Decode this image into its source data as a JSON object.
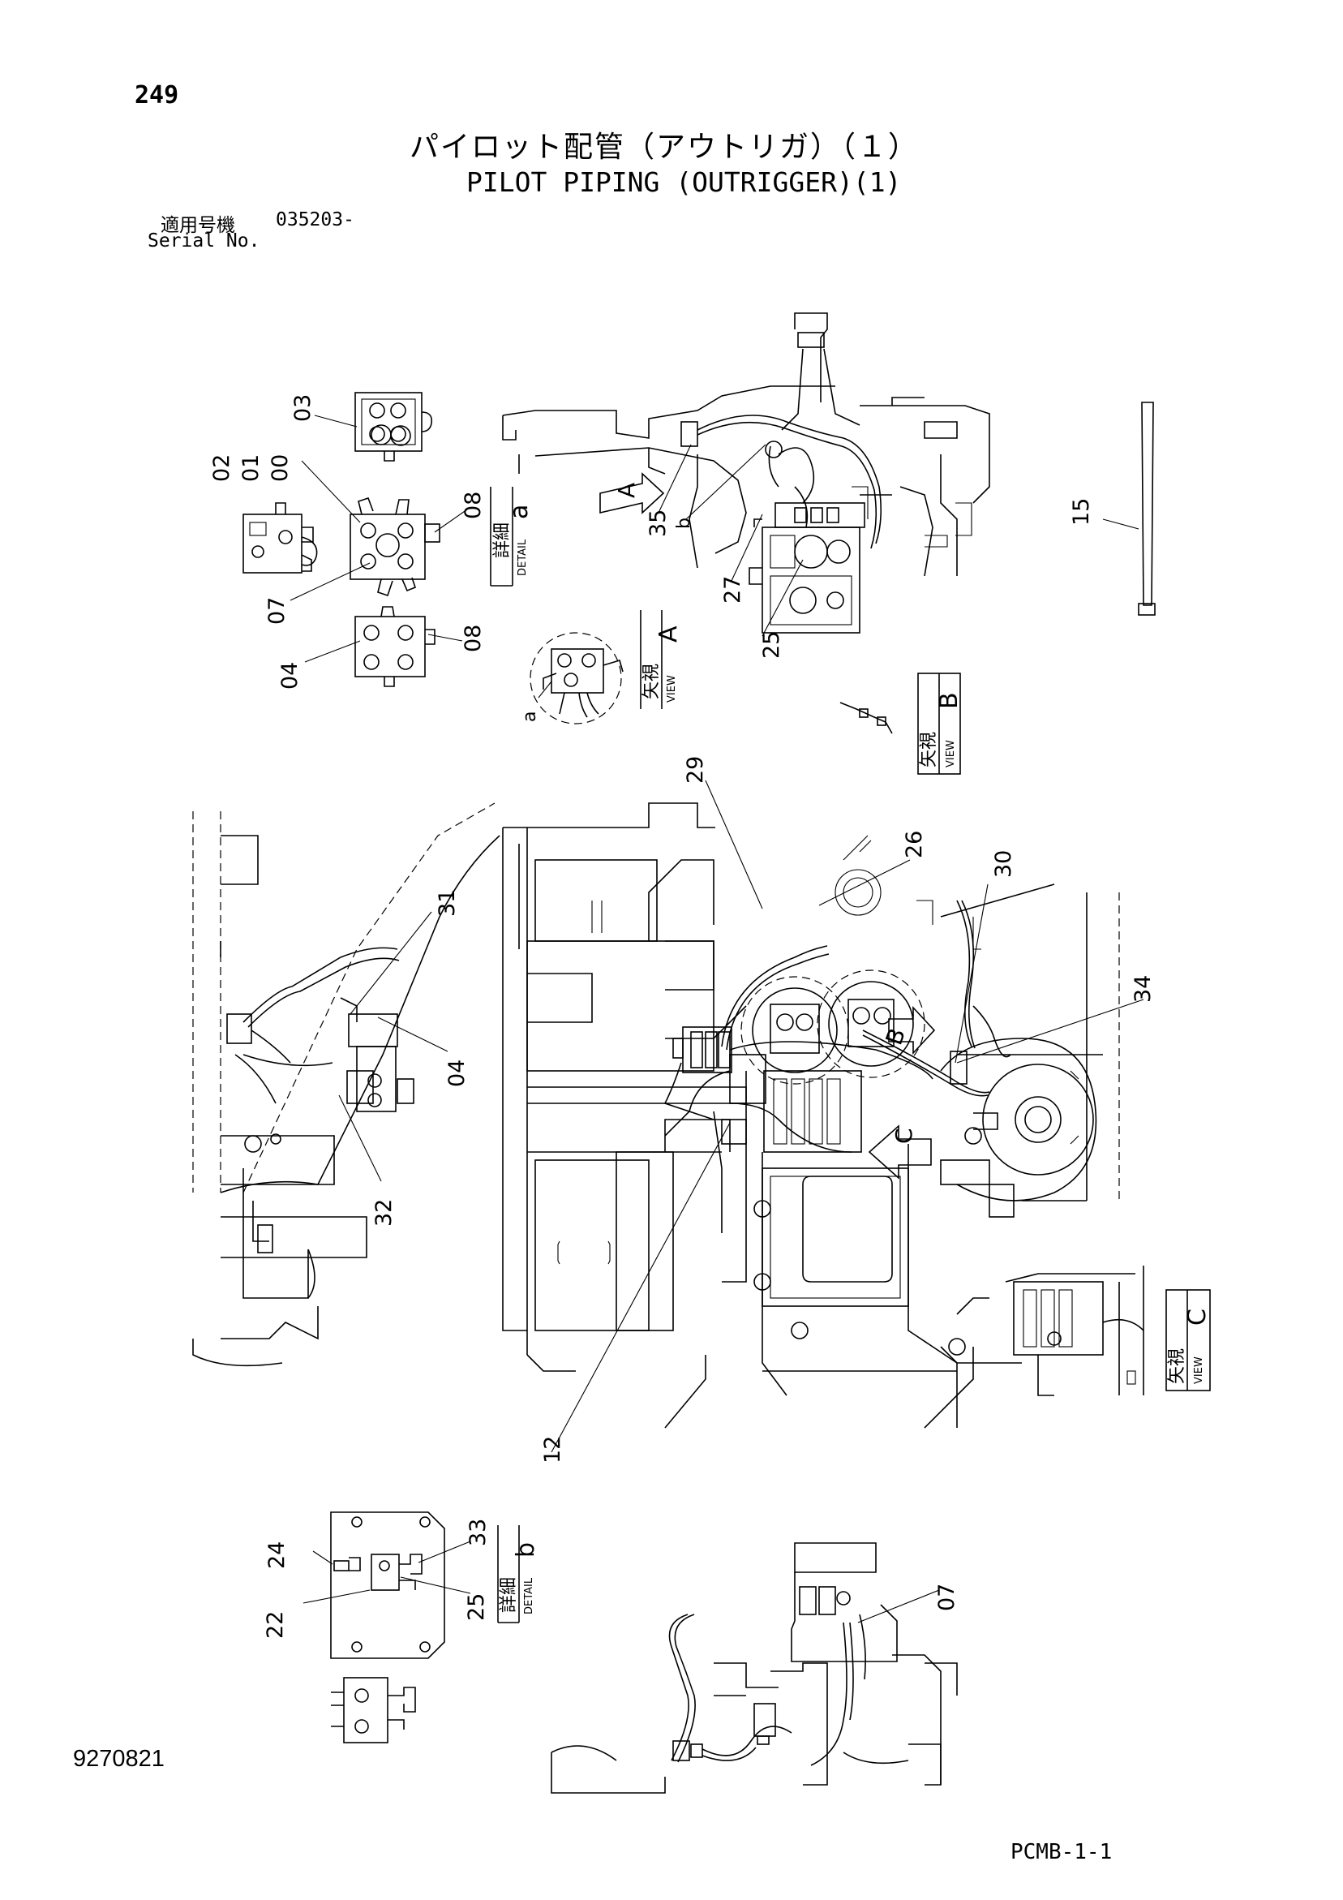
{
  "header": {
    "page_number": "249",
    "title_jp": "パイロット配管（アウトリガ）（１）",
    "title_en": "PILOT PIPING (OUTRIGGER)(1)",
    "serial_label_jp": "適用号機",
    "serial_value": "035203-",
    "serial_label_en": "Serial No."
  },
  "footer": {
    "document_number": "9270821",
    "page_code": "PCMB-1-1"
  },
  "detail_labels": {
    "detail_a": {
      "jp": "詳細",
      "en": "DETAIL",
      "letter": "a"
    },
    "detail_b": {
      "jp": "詳細",
      "en": "DETAIL",
      "letter": "b"
    },
    "view_a": {
      "jp": "矢視",
      "en": "VIEW",
      "letter": "A"
    },
    "view_b": {
      "jp": "矢視",
      "en": "VIEW",
      "letter": "B"
    },
    "view_c": {
      "jp": "矢視",
      "en": "VIEW",
      "letter": "C"
    }
  },
  "arrow_labels": {
    "a": "A",
    "b": "B",
    "c": "C"
  },
  "pointer_labels": {
    "a": "a",
    "b": "b"
  },
  "callouts": {
    "c03": "03",
    "c02": "02",
    "c01": "01",
    "c00": "00",
    "c07": "07",
    "c08_top": "08",
    "c04": "04",
    "c08_bottom": "08",
    "c35": "35",
    "c27": "27",
    "c25_top": "25",
    "c15": "15",
    "c29": "29",
    "c26": "26",
    "c30": "30",
    "c34": "34",
    "c31": "31",
    "c04_mid": "04",
    "c32": "32",
    "c12": "12",
    "c24": "24",
    "c22": "22",
    "c33": "33",
    "c25_bottom": "25",
    "c07_bottom": "07"
  }
}
